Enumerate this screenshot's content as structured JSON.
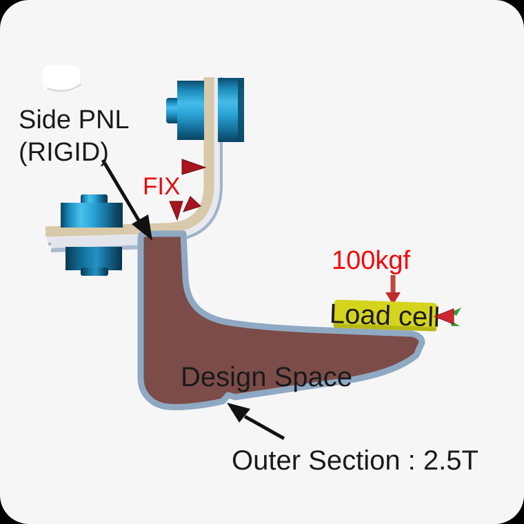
{
  "annotations": {
    "side_pnl_line1": "Side PNL",
    "side_pnl_line2": "(RIGID)",
    "fix_label": "FIX",
    "load_label": "100kgf",
    "load_cell_label": "Load cell",
    "design_space_label": "Design Space",
    "outer_section_label": "Outer Section : 2.5T"
  },
  "colors": {
    "background": "#f6f6f7",
    "frame": "#000000",
    "design_space_fill": "#7c4c48",
    "shell_outline": "#8fa9c3",
    "panel_tan": "#d8c9ab",
    "panel_edge_white": "#e7e9ee",
    "panel_edge_blue": "#9fb3ca",
    "bolt_blue": "#2aa7dc",
    "fix_text_red": "#e90a0a",
    "load_text_red": "#f40606",
    "constraint_cone_red": "#a8151d",
    "load_cell_yellow": "#d5d41d",
    "axis_green": "#2fa13a",
    "annotation_black": "#1a1a1c"
  }
}
